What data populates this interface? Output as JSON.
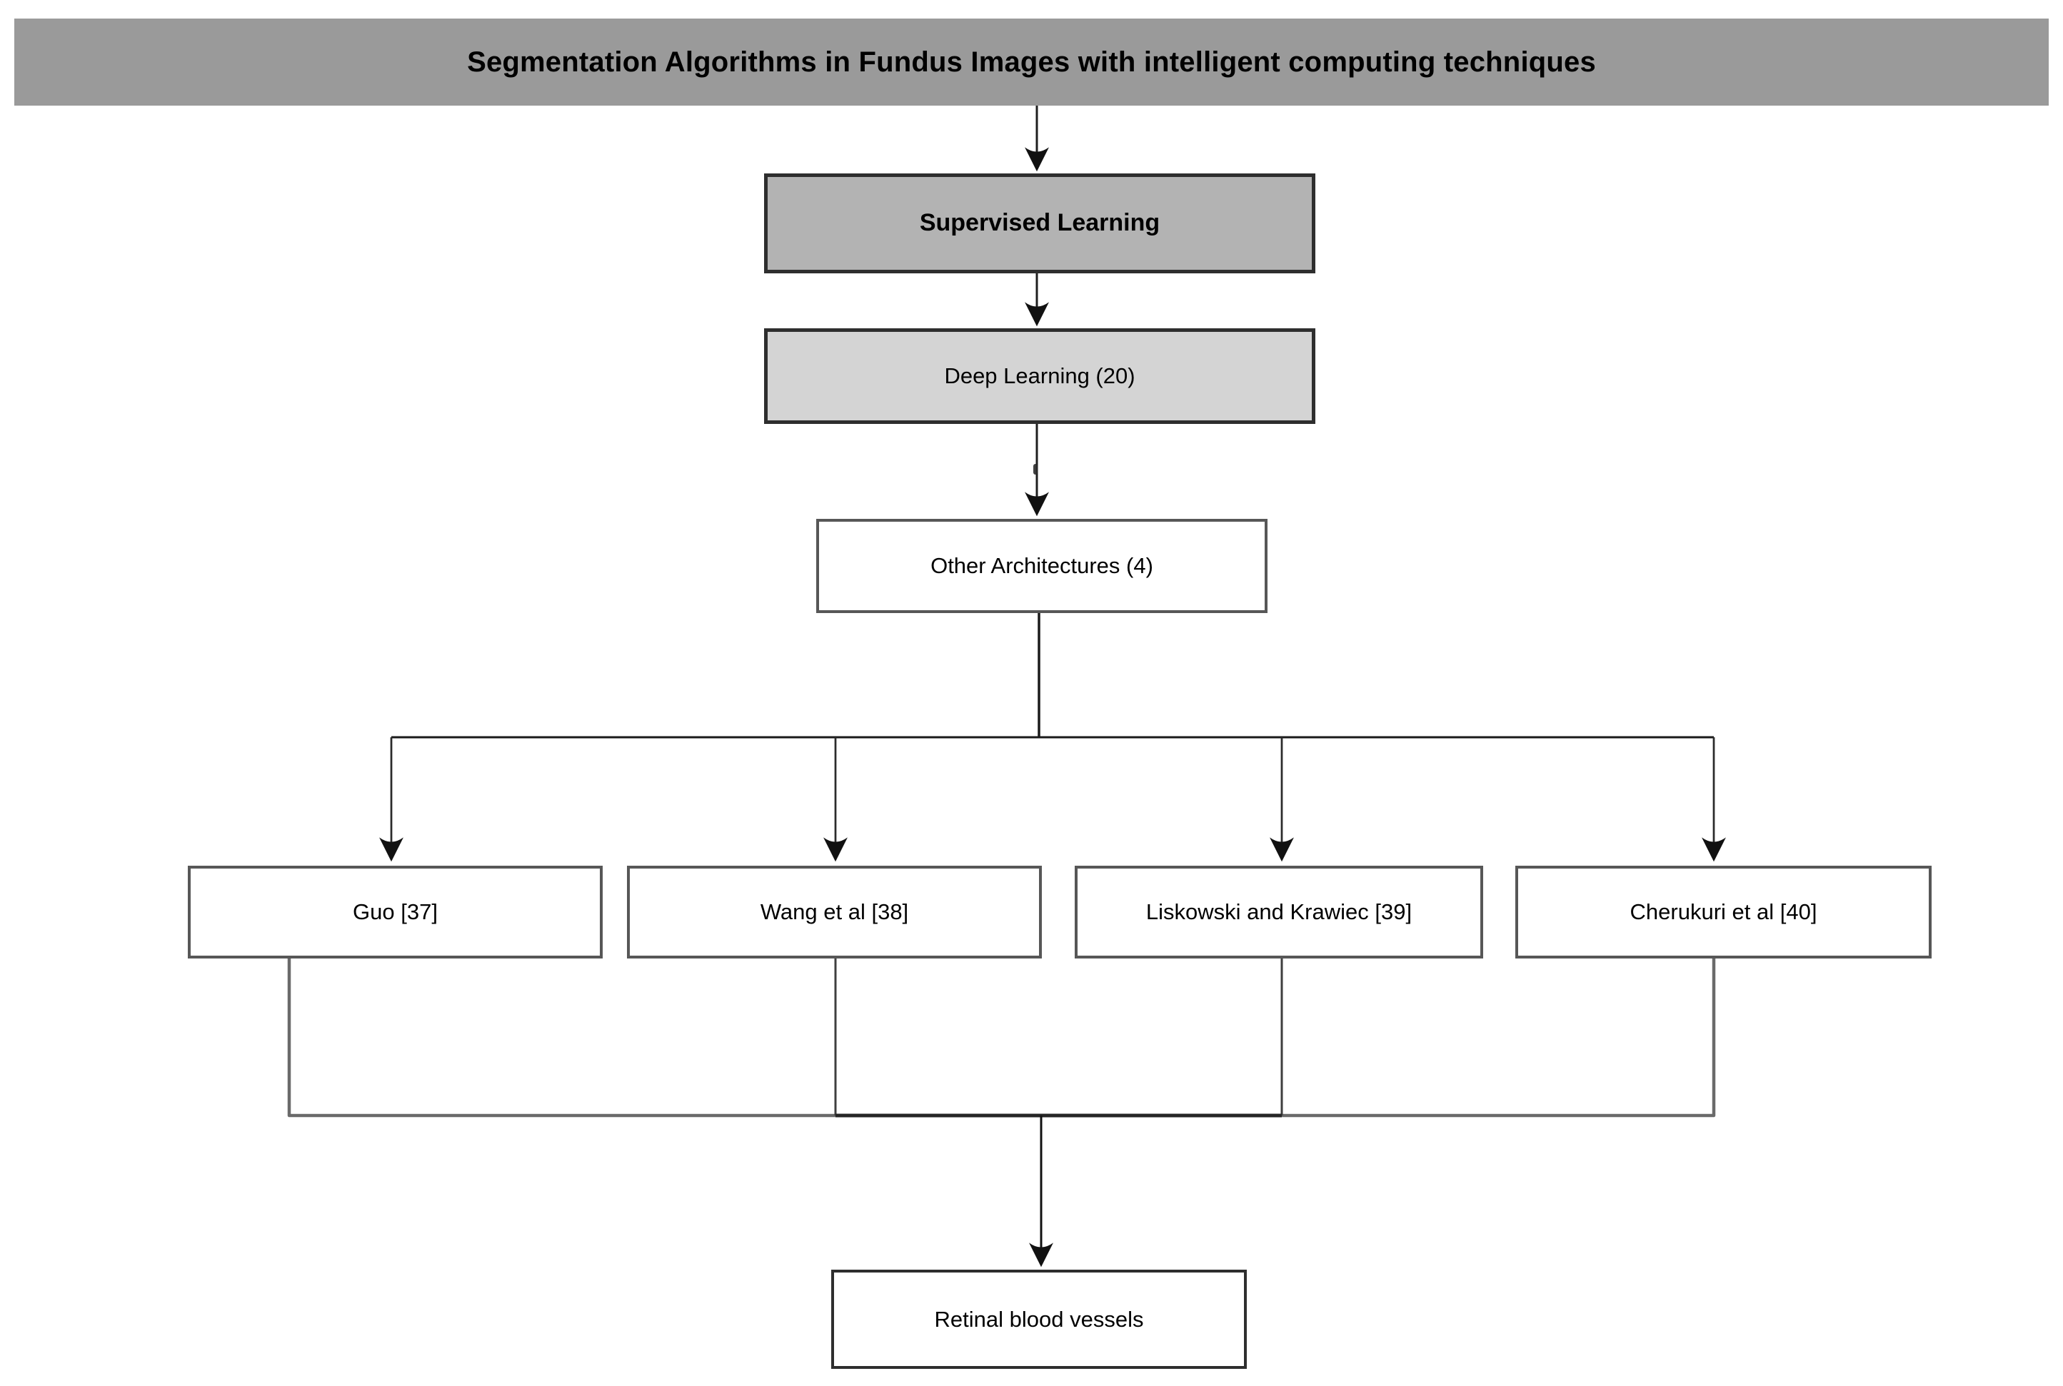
{
  "figure": {
    "title": "Segmentation Algorithms in Fundus Images with intelligent computing techniques"
  },
  "nodes": {
    "supervised": {
      "label": "Supervised Learning"
    },
    "deep": {
      "label": "Deep Learning (20)"
    },
    "other": {
      "label": "Other Architectures (4)"
    },
    "guo": {
      "label": "Guo [37]"
    },
    "wang": {
      "label": "Wang et al [38]"
    },
    "liskowski": {
      "label": "Liskowski and Krawiec [39]"
    },
    "cherukuri": {
      "label": "Cherukuri et al [40]"
    },
    "retinal": {
      "label": "Retinal blood vessels"
    }
  },
  "edges": [
    {
      "from": "title-banner",
      "to": "supervised"
    },
    {
      "from": "supervised",
      "to": "deep"
    },
    {
      "from": "deep",
      "to": "other"
    },
    {
      "from": "other",
      "to": "guo"
    },
    {
      "from": "other",
      "to": "wang"
    },
    {
      "from": "other",
      "to": "liskowski"
    },
    {
      "from": "other",
      "to": "cherukuri"
    },
    {
      "from": "guo",
      "to": "retinal"
    },
    {
      "from": "wang",
      "to": "retinal"
    },
    {
      "from": "liskowski",
      "to": "retinal"
    },
    {
      "from": "cherukuri",
      "to": "retinal"
    }
  ],
  "colors": {
    "banner_bg": "#9a9a9a",
    "supervised_fill": "#b3b3b3",
    "deep_fill": "#d4d4d4",
    "white_fill": "#ffffff",
    "dark_border": "#2e2e2e",
    "gray_border": "#575757",
    "line": "#1f1f1f",
    "merge_line": "#6a6a6a",
    "text": "#000000"
  }
}
